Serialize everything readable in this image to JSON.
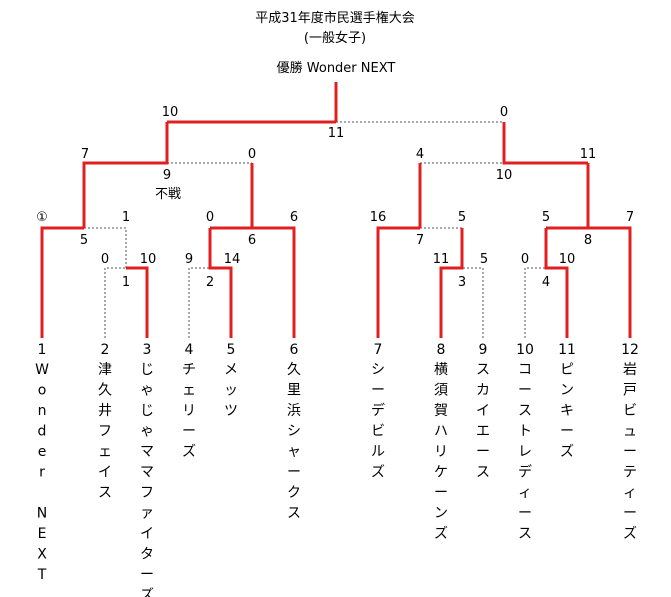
{
  "title": "平成31年度市民選手権大会",
  "subtitle": "(一般女子)",
  "champion": "優勝 Wonder NEXT",
  "fusen": "不戦",
  "teams": [
    {
      "no": "1",
      "name": "Wonder NEXT"
    },
    {
      "no": "2",
      "name": "津久井フェイス"
    },
    {
      "no": "3",
      "name": "じゃじゃママファイターズ"
    },
    {
      "no": "4",
      "name": "チェリーズ"
    },
    {
      "no": "5",
      "name": "メッツ"
    },
    {
      "no": "6",
      "name": "久里浜シャークス"
    },
    {
      "no": "7",
      "name": "シーデビルズ"
    },
    {
      "no": "8",
      "name": "横須賀ハリケーンズ"
    },
    {
      "no": "9",
      "name": "スカイエース"
    },
    {
      "no": "10",
      "name": "コーストレディース"
    },
    {
      "no": "11",
      "name": "ピンキーズ"
    },
    {
      "no": "12",
      "name": "岩戸ビューティーズ"
    }
  ],
  "matches": [
    {
      "no": "1",
      "left": "0",
      "right": "10"
    },
    {
      "no": "2",
      "left": "9",
      "right": "14"
    },
    {
      "no": "3",
      "left": "11",
      "right": "5"
    },
    {
      "no": "4",
      "left": "0",
      "right": "10"
    },
    {
      "no": "5",
      "left": "①",
      "right": "1"
    },
    {
      "no": "6",
      "left": "0",
      "right": "6"
    },
    {
      "no": "7",
      "left": "16",
      "right": "5"
    },
    {
      "no": "8",
      "left": "5",
      "right": "7"
    },
    {
      "no": "9",
      "left": "7",
      "right": "0"
    },
    {
      "no": "10",
      "left": "4",
      "right": "11"
    },
    {
      "no": "11",
      "left": "10",
      "right": "0"
    }
  ]
}
